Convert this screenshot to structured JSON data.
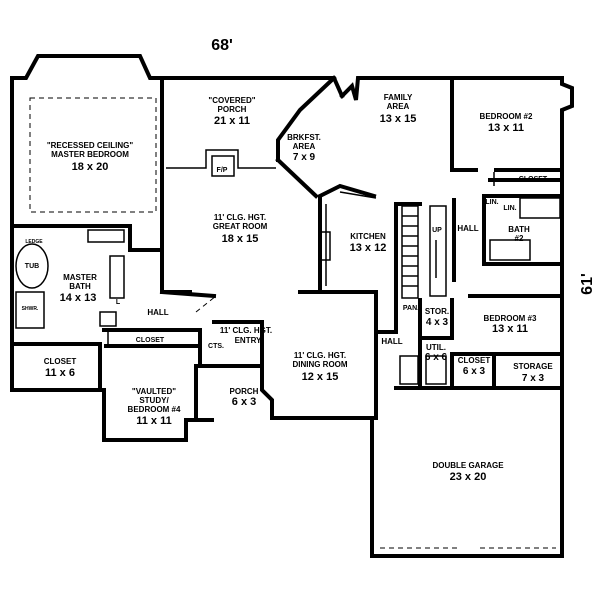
{
  "dimensions": {
    "width_label": "68'",
    "depth_label": "61'"
  },
  "rooms": {
    "master_bedroom": [
      "\"RECESSED CEILING\"",
      "MASTER BEDROOM",
      "18 x 20"
    ],
    "covered_porch": [
      "\"COVERED\"",
      "PORCH",
      "21 x 11"
    ],
    "brkfst": [
      "BRKFST.",
      "AREA",
      "7 x 9"
    ],
    "family": [
      "FAMILY",
      "AREA",
      "13 x 15"
    ],
    "bedroom2": [
      "BEDROOM #2",
      "13 x 11"
    ],
    "great_room": [
      "11' CLG. HGT.",
      "GREAT ROOM",
      "18 x 15"
    ],
    "kitchen": [
      "KITCHEN",
      "13 x 12"
    ],
    "master_bath": [
      "MASTER",
      "BATH",
      "14 x 13"
    ],
    "closet_master": [
      "CLOSET",
      "11 x 6"
    ],
    "study": [
      "\"VAULTED\"",
      "STUDY/",
      "BEDROOM #4",
      "11 x 11"
    ],
    "entry": [
      "11' CLG. HGT.",
      "ENTRY"
    ],
    "porch": [
      "PORCH",
      "6 x 3"
    ],
    "dining": [
      "11' CLG. HGT.",
      "DINING ROOM",
      "12 x 15"
    ],
    "stor": [
      "STOR.",
      "4 x 3"
    ],
    "util": [
      "UTIL.",
      "6 x 6"
    ],
    "closet_util": [
      "CLOSET",
      "6 x 3"
    ],
    "bedroom3": [
      "BEDROOM #3",
      "13 x 11"
    ],
    "storage": [
      "STORAGE",
      "7 x 3"
    ],
    "bath2": [
      "BATH",
      "#2"
    ],
    "garage": [
      "DOUBLE GARAGE",
      "23 x 20"
    ]
  },
  "labels": {
    "fp": "F/P",
    "hall_left": "HALL",
    "hall_right": "HALL",
    "hall_mid": "HALL",
    "closet_study": "CLOSET",
    "cts": "CTS.",
    "closet_bed2": "CLOSET",
    "lin1": "LIN.",
    "lin2": "LIN.",
    "up": "UP",
    "pan": "PAN.",
    "tub": "TUB",
    "ledge": "LEDGE",
    "shwr": "SHWR.",
    "l": "L"
  }
}
